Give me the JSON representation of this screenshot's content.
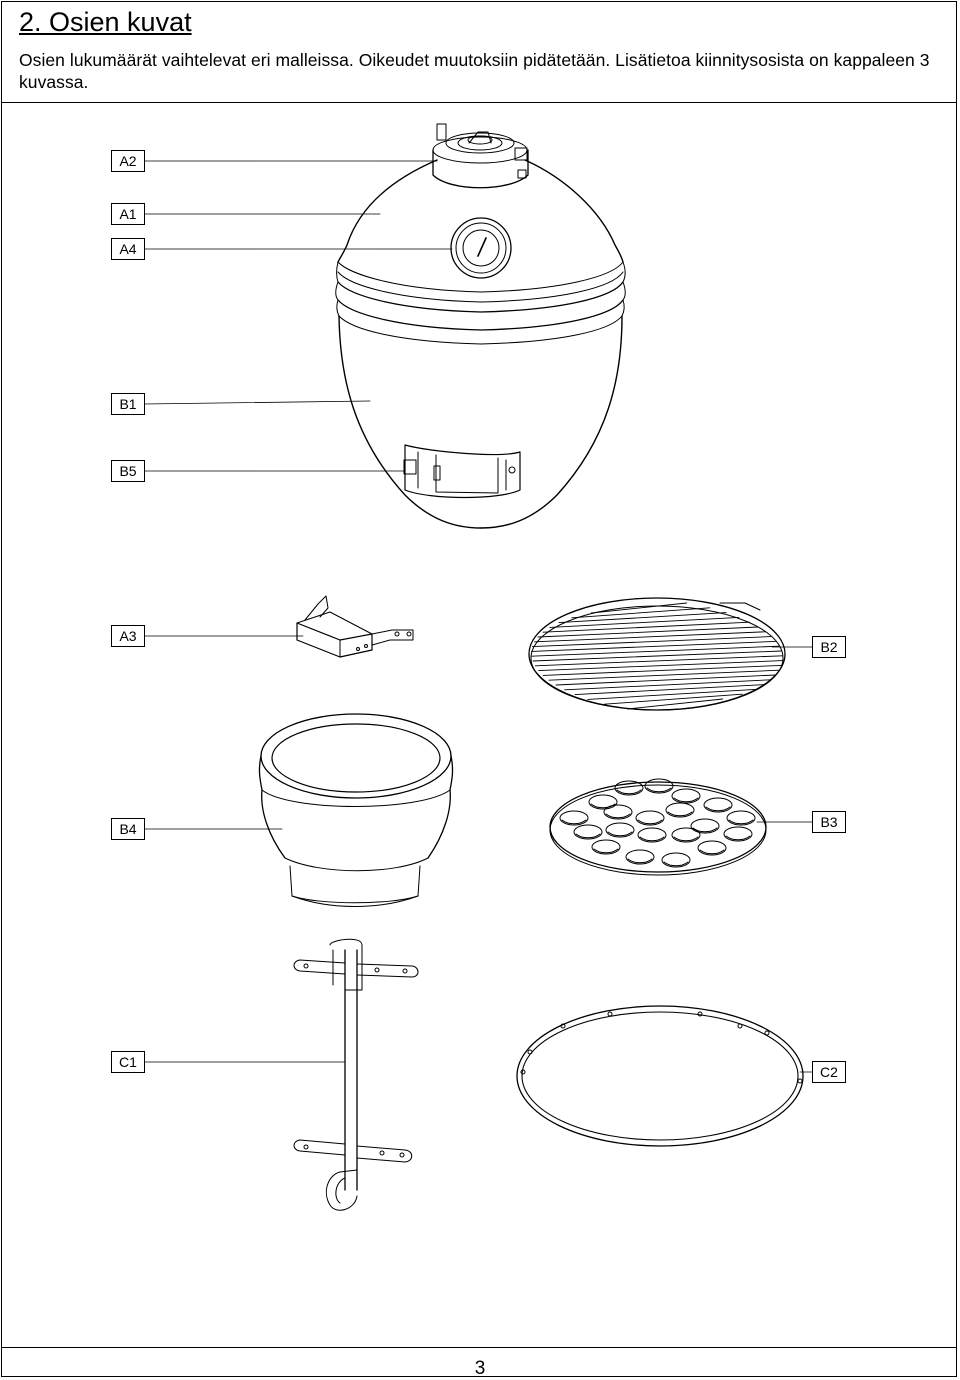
{
  "header": {
    "title": "2. Osien kuvat",
    "intro": "Osien lukumäärät vaihtelevat eri malleissa. Oikeudet muutoksiin pidätetään. Lisätietoa kiinnitysosista on kappaleen 3 kuvassa."
  },
  "labels": {
    "a2": "A2",
    "a1": "A1",
    "a4": "A4",
    "b1": "B1",
    "b5": "B5",
    "a3": "A3",
    "b2": "B2",
    "b4": "B4",
    "b3": "B3",
    "c1": "C1",
    "c2": "C2"
  },
  "footer": {
    "page_number": "3"
  }
}
